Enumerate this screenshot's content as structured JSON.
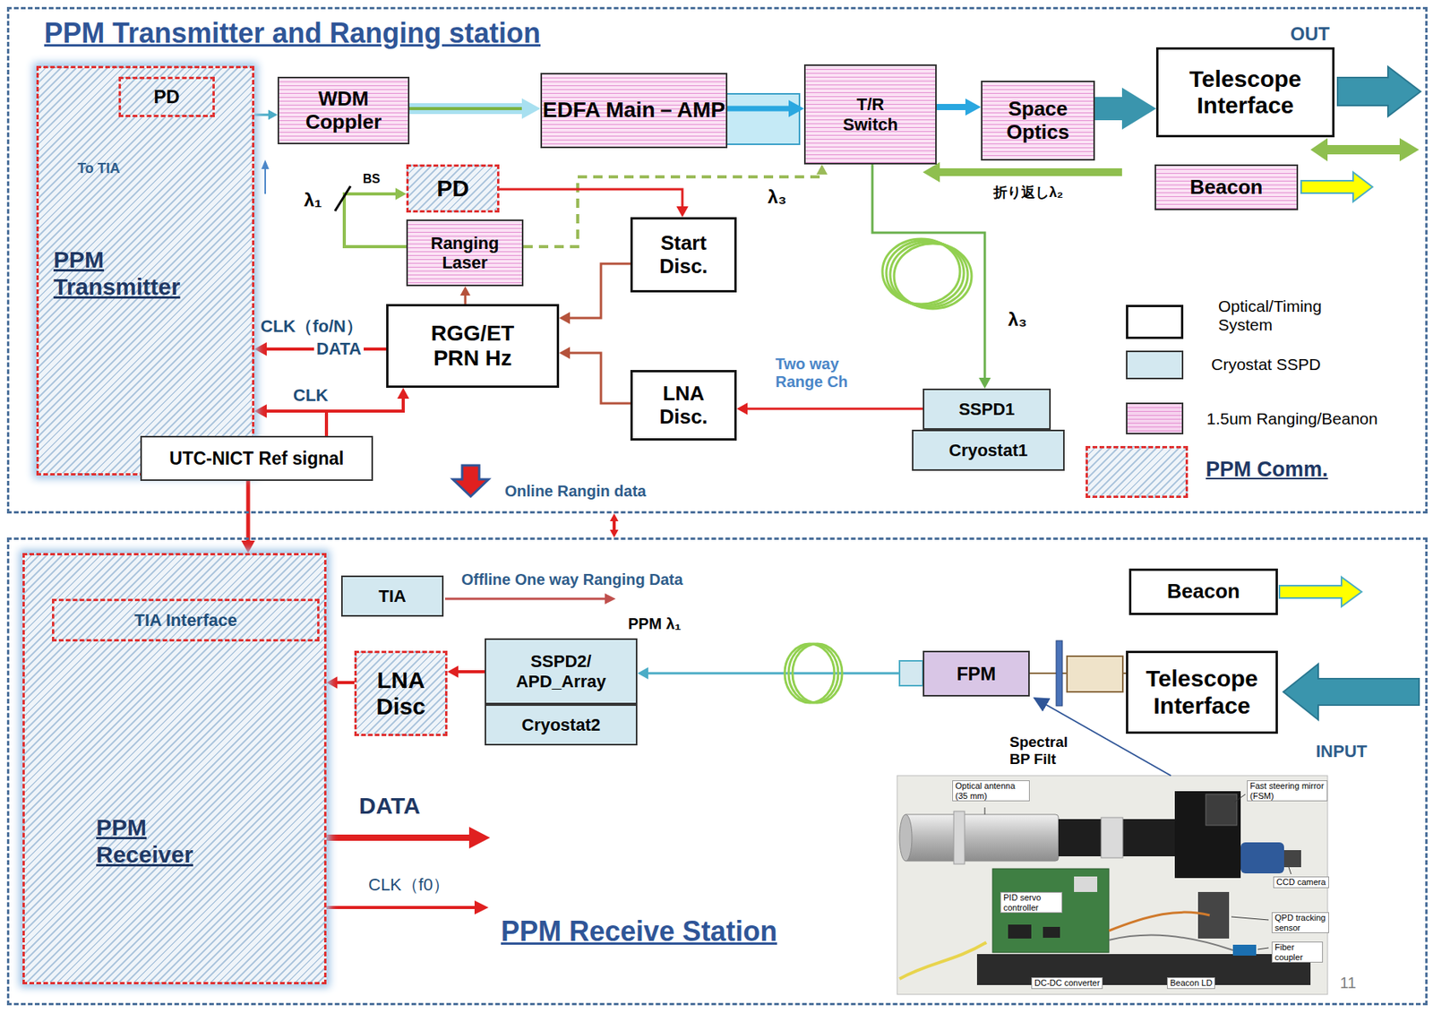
{
  "diagram": {
    "nodes": [
      {
        "text": [
          "PPM Transmitter and Ranging station"
        ]
      },
      {
        "text": [
          "PPM Transmitter"
        ],
        "in": 0
      },
      {
        "text": [
          "PD"
        ],
        "in": 1
      },
      {
        "text": [
          "WDM Coppler"
        ],
        "in": 0
      },
      {
        "text": [
          "EDFA Main－AMP"
        ],
        "in": 0
      },
      {
        "text": [
          "T/R Switch"
        ],
        "in": 0
      },
      {
        "text": [
          "Space Optics"
        ],
        "in": 0
      },
      {
        "text": [
          "Telescope Interface"
        ],
        "in": 0
      },
      {
        "text": [
          "Beacon"
        ],
        "in": 0
      },
      {
        "text": [
          "PD"
        ],
        "in": 0
      },
      {
        "text": [
          "Ranging Laser"
        ],
        "in": 0
      },
      {
        "text": [
          "Start Disc."
        ],
        "in": 0
      },
      {
        "text": [
          "RGG/ET PRN Hz"
        ],
        "in": 0
      },
      {
        "text": [
          "LNA Disc."
        ],
        "in": 0
      },
      {
        "text": [
          "SSPD1"
        ],
        "in": 0
      },
      {
        "text": [
          "Cryostat1"
        ],
        "in": 0
      },
      {
        "text": [
          "UTC-NICT Ref signal"
        ],
        "in": 0
      },
      {
        "text": [
          "PPM Receive Station"
        ]
      },
      {
        "text": [
          "PPM Receiver"
        ],
        "in": 17
      },
      {
        "text": [
          "TIA Interface"
        ],
        "in": 18
      },
      {
        "text": [
          "TIA"
        ],
        "in": 17
      },
      {
        "text": [
          "LNA Disc"
        ],
        "in": 17
      },
      {
        "text": [
          "SSPD2/ APD_Array"
        ],
        "in": 17
      },
      {
        "text": [
          "Cryostat2"
        ],
        "in": 17
      },
      {
        "text": [
          "FPM"
        ],
        "in": 17
      },
      {
        "text": [
          "Telescope Interface"
        ],
        "in": 17
      },
      {
        "text": [
          "Beacon"
        ],
        "in": 17
      }
    ],
    "edges": [
      {
        "from": 1,
        "to": 3,
        "arrow": "to"
      },
      {
        "from": 3,
        "to": 4,
        "arrow": "to"
      },
      {
        "from": 4,
        "to": 5,
        "arrow": "to"
      },
      {
        "from": 5,
        "to": 6,
        "arrow": "to"
      },
      {
        "from": 6,
        "to": 7,
        "arrow": "to"
      },
      {
        "from": 10,
        "to": 9,
        "arrow": "to"
      },
      {
        "from": 10,
        "to": 5,
        "arrow": "to"
      },
      {
        "from": 9,
        "to": 11,
        "arrow": "to"
      },
      {
        "from": 11,
        "to": 12,
        "arrow": "to"
      },
      {
        "from": 12,
        "to": 10,
        "arrow": "to"
      },
      {
        "from": 13,
        "to": 12,
        "arrow": "to"
      },
      {
        "from": 14,
        "to": 13,
        "arrow": "to",
        "label": "Two way Range Ch"
      },
      {
        "from": 5,
        "to": 14,
        "arrow": "to"
      },
      {
        "from": 12,
        "to": 1,
        "arrow": "to",
        "label": "DATA"
      },
      {
        "from": 16,
        "to": 1,
        "arrow": "to",
        "label": "CLK"
      },
      {
        "from": 16,
        "to": 12,
        "arrow": "to"
      },
      {
        "from": 1,
        "to": 18,
        "arrow": "to"
      },
      {
        "from": 0,
        "to": 17,
        "arrow": "both"
      },
      {
        "from": 21,
        "to": 18,
        "arrow": "to"
      },
      {
        "from": 22,
        "to": 21,
        "arrow": "to"
      },
      {
        "from": 24,
        "to": 22,
        "arrow": "to"
      },
      {
        "from": 25,
        "to": 24,
        "arrow": "none"
      }
    ],
    "labels": [
      "OUT",
      "To TIA",
      "BS",
      "λ₁",
      "λ₃",
      "折り返しλ₂",
      "CLK（fo/N）",
      "λ₃",
      "Online Rangin data",
      "Offline One way Ranging Data",
      "PPM λ₁",
      "Spectral BP Filt",
      "INPUT",
      "DATA",
      "CLK（f0）",
      "Optical antenna (35 mm)",
      "Fast steering mirror (FSM)",
      "CCD camera",
      "PID servo controller",
      "QPD tracking sensor",
      "Fiber coupler",
      "DC-DC converter",
      "Beacon LD",
      "11"
    ],
    "legend": [
      {
        "text": "Optical/Timing System",
        "color": "#ffffff"
      },
      {
        "text": "Cryostat SSPD",
        "color": "#d3e8f0"
      },
      {
        "text": "1.5um Ranging/Beanon",
        "color": "#f6d2ee"
      },
      {
        "text": "PPM Comm.",
        "color": "#dce7f1"
      }
    ]
  }
}
